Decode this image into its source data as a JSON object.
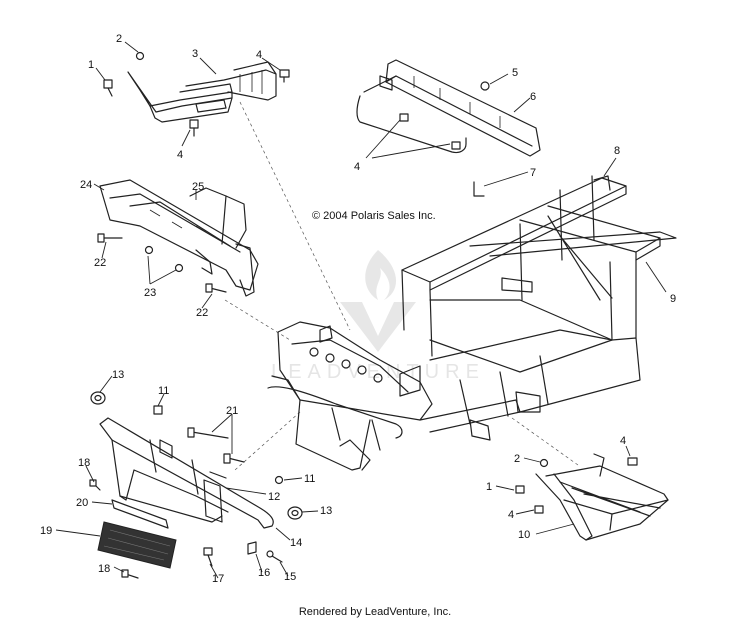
{
  "copyright": "© 2004 Polaris Sales Inc.",
  "footer": "Rendered by LeadVenture, Inc.",
  "watermark": {
    "text": "LEADVENTURE",
    "icon": "flame-logo-icon",
    "color": "#c8c8c8"
  },
  "callouts": {
    "c1a": "1",
    "c2a": "2",
    "c3": "3",
    "c4a": "4",
    "c4b": "4",
    "c5": "5",
    "c6": "6",
    "c4c": "4",
    "c7": "7",
    "c8": "8",
    "c24": "24",
    "c25": "25",
    "c22a": "22",
    "c23": "23",
    "c22b": "22",
    "c9": "9",
    "c13a": "13",
    "c11a": "11",
    "c21": "21",
    "c18a": "18",
    "c11b": "11",
    "c12": "12",
    "c20": "20",
    "c13b": "13",
    "c19": "19",
    "c14": "14",
    "c18b": "18",
    "c17": "17",
    "c16": "16",
    "c15": "15",
    "c4d": "4",
    "c2b": "2",
    "c1b": "1",
    "c4e": "4",
    "c10": "10"
  }
}
